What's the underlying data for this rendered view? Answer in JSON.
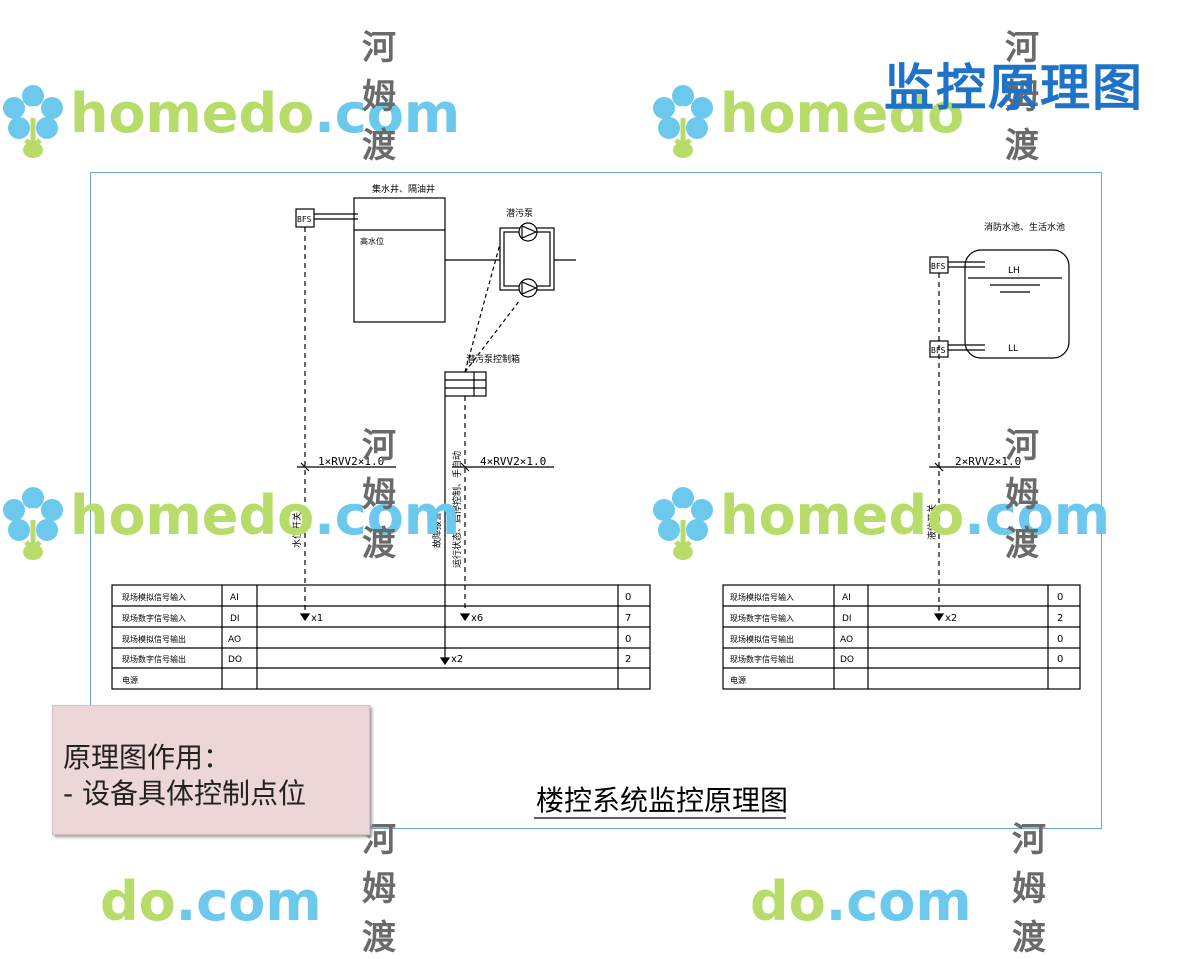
{
  "slide_title": "监控原理图",
  "watermark": {
    "brand_part1": "home",
    "brand_part2": "do",
    "brand_part3": ".com",
    "brand_part4": "河姆渡"
  },
  "note": {
    "line1": "原理图作用：",
    "line2": "- 设备具体控制点位"
  },
  "diagram": {
    "caption": "楼控系统监控原理图",
    "left": {
      "tank_label": "集水井、隔油井",
      "high_level": "高水位",
      "pump_label": "潜污泵",
      "control_box": "潜污泵控制箱",
      "bfs": "BFS",
      "cable_1": "1×RVV2×1.0",
      "cable_2": "4×RVV2×1.0",
      "signal_1": "水位开关",
      "signal_2a": "故障报警",
      "signal_2b": "运行状态、启停控制、手自动",
      "table": {
        "rows": [
          {
            "label": "现场模拟信号输入",
            "type": "AI",
            "mark": "",
            "count": "0"
          },
          {
            "label": "现场数字信号输入",
            "type": "DI",
            "mark": "",
            "count": "7"
          },
          {
            "label": "现场模拟信号输出",
            "type": "AO",
            "mark": "",
            "count": "0"
          },
          {
            "label": "现场数字信号输出",
            "type": "DO",
            "mark": "",
            "count": "2"
          },
          {
            "label": "电源",
            "type": "",
            "mark": "",
            "count": ""
          }
        ],
        "marks": {
          "m1": "x1",
          "m2": "x6",
          "m3": "x2"
        }
      }
    },
    "right": {
      "tank_label": "消防水池、生活水池",
      "bfs": "BFS",
      "lh": "LH",
      "ll": "LL",
      "cable": "2×RVV2×1.0",
      "signal": "液位开关",
      "table": {
        "rows": [
          {
            "label": "现场模拟信号输入",
            "type": "AI",
            "count": "0"
          },
          {
            "label": "现场数字信号输入",
            "type": "DI",
            "count": "2"
          },
          {
            "label": "现场模拟信号输出",
            "type": "AO",
            "count": "0"
          },
          {
            "label": "现场数字信号输出",
            "type": "DO",
            "count": "0"
          },
          {
            "label": "电源",
            "type": "",
            "count": ""
          }
        ],
        "mark": "x2"
      }
    }
  },
  "colors": {
    "title": "#1e73c9",
    "frame": "#6fa6d6",
    "note_bg": "#ecd6d8",
    "line": "#000000"
  }
}
